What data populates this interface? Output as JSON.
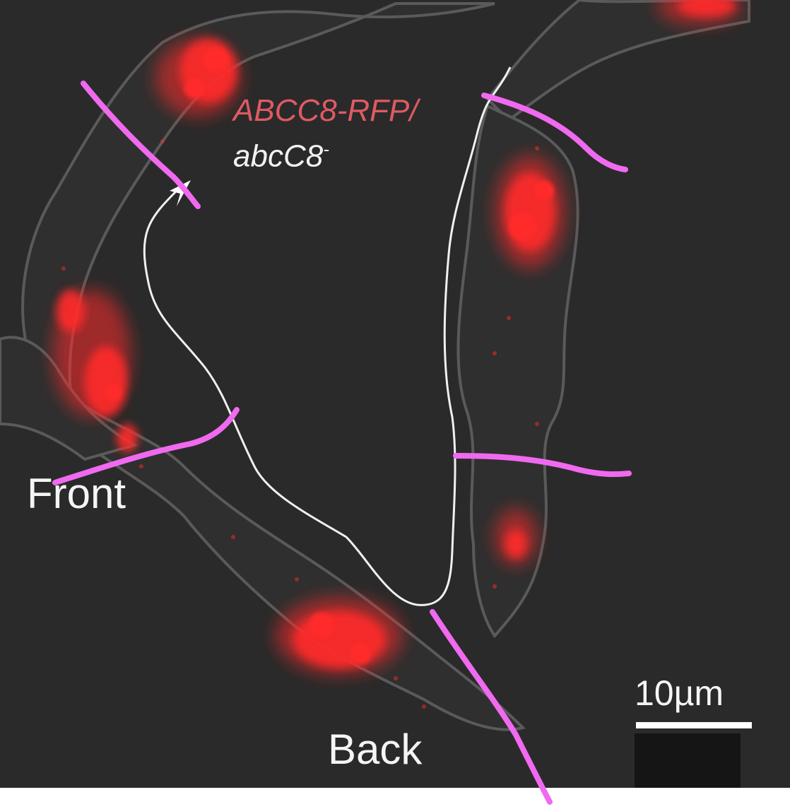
{
  "figure": {
    "construct_label": "ABCC8-RFP/",
    "strain_label": "abcC8",
    "strain_superscript": "-",
    "front_label": "Front",
    "back_label": "Back",
    "scale_bar_label": "10µm"
  },
  "colors": {
    "background": "#2a2a2a",
    "fluorescence": "#ff2a2a",
    "construct_label": "#e05a63",
    "annotation_lines": "#f06af0",
    "trajectory": "#f0f0f0",
    "text": "#f5f5f5"
  }
}
